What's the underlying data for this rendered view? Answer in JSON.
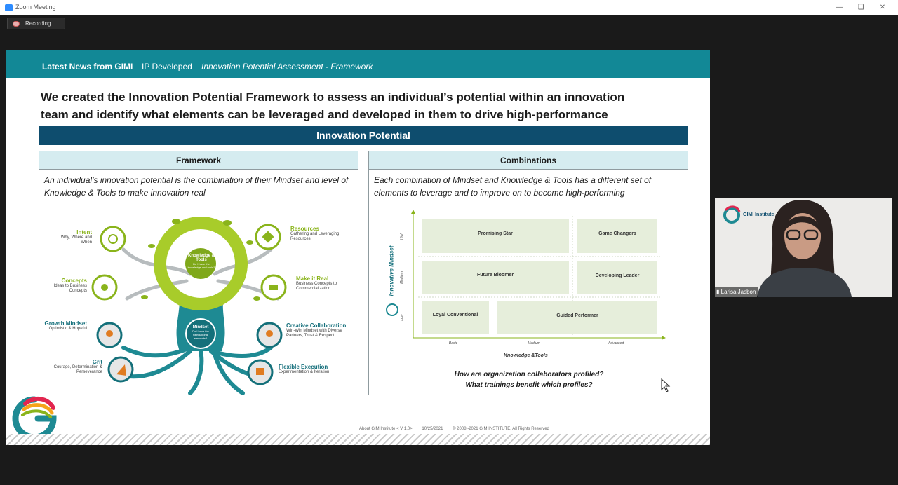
{
  "window": {
    "title": "Zoom Meeting"
  },
  "recording": {
    "label": "Recording..."
  },
  "slide": {
    "header": {
      "brand": "Latest News from GIMI",
      "section": "IP Developed",
      "topic": "Innovation Potential Assessment - Framework"
    },
    "headline_line1": "We created the Innovation Potential Framework to assess an individual’s potential within an innovation",
    "headline_line2": "team and identify what elements can be leveraged and developed in them to drive high-performance",
    "band_title": "Innovation Potential",
    "framework": {
      "title": "Framework",
      "description": "An individual’s innovation potential is the combination of their Mindset and level of Knowledge & Tools to make innovation real",
      "crown": {
        "title": "Knowledge & Tools",
        "question": "Do I have the knowledge and tools?"
      },
      "trunk": {
        "title": "Mindset",
        "question": "Do I have the foundational elements?"
      },
      "items": [
        {
          "title": "Intent",
          "desc": "Why, Where and When"
        },
        {
          "title": "Concepts",
          "desc": "Ideas to Business Concepts"
        },
        {
          "title": "Resources",
          "desc": "Gathering and Leveraging Resources"
        },
        {
          "title": "Make it Real",
          "desc": "Business Concepts to Commercialization"
        },
        {
          "title": "Growth Mindset",
          "desc": "Optimistic & Hopeful"
        },
        {
          "title": "Grit",
          "desc": "Courage, Determination & Perseverance"
        },
        {
          "title": "Creative Collaboration",
          "desc": "Win-Win Mindset with Diverse Partners, Trust & Respect"
        },
        {
          "title": "Flexible Execution",
          "desc": "Experimentation & Iteration"
        }
      ]
    },
    "combinations": {
      "title": "Combinations",
      "description": "Each combination of Mindset and Knowledge & Tools has a different set of elements to leverage and to improve on to become high-performing",
      "y_axis_label": "Innovative Mindset",
      "x_axis_label": "Knowledge &Tools",
      "y_ticks": [
        "High",
        "Medium",
        "Low"
      ],
      "x_ticks": [
        "Basic",
        "Medium",
        "Advanced"
      ],
      "cells": [
        "Promising Star",
        "Game Changers",
        "Future Bloomer",
        "Developing Leader",
        "Loyal Conventional",
        "Guided Performer"
      ],
      "question1": "How are organization collaborators profiled?",
      "question2": "What trainings benefit which profiles?"
    },
    "footer": {
      "about": "About GIM Institute < V 1.0>",
      "date": "10/25/2021",
      "copyright": "© 2008 -2021 GIM INSTITUTE. All Rights Reserved"
    }
  },
  "participant": {
    "name": "Larisa Jasbon",
    "logo_text": "GIMI Institute"
  },
  "colors": {
    "header_teal": "#128896",
    "band_navy": "#0e4d6e",
    "accent_green": "#8ab41b",
    "matrix_cell": "#e6eedb"
  },
  "icons": [
    "zoom-icon",
    "minimize-icon",
    "restore-icon",
    "close-icon",
    "recording-cloud-icon",
    "mouse-cursor-icon"
  ]
}
